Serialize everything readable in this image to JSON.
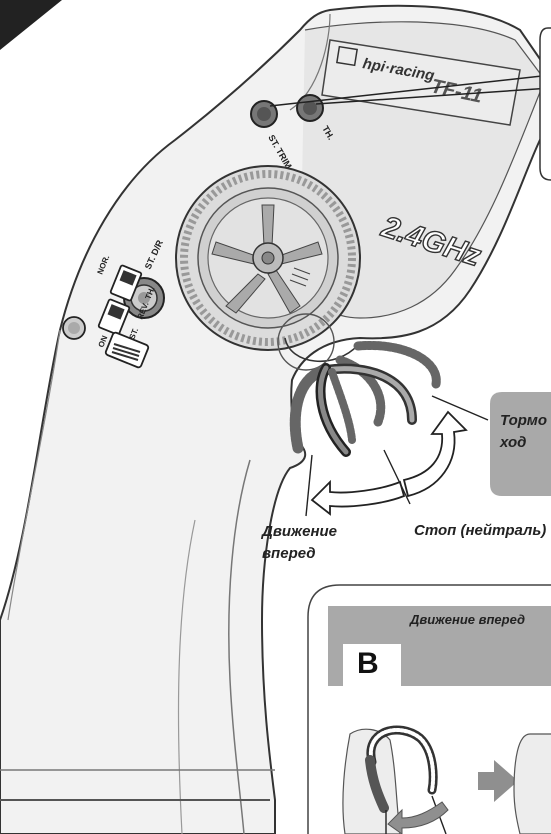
{
  "transmitter": {
    "brand": "hpi·racing",
    "model": "TF-11",
    "band": "2.4GHz",
    "knobs": {
      "st_trim": "ST. TRIM",
      "th": "TH.",
      "st_dr": "ST. D/R"
    },
    "switches": {
      "nor": "NOR.",
      "rev": "REV.",
      "st": "ST.",
      "th": "TH.",
      "on": "ON"
    }
  },
  "labels": {
    "forward": "Движение вперед",
    "stop": "Стоп (нейтраль)",
    "brake_line1": "Тормо",
    "brake_line2": "ход"
  },
  "panel_b": {
    "letter": "B",
    "title": "Движение вперед"
  },
  "colors": {
    "outline": "#333333",
    "body_fill": "#f2f2f2",
    "gray_box": "#a9a9a9",
    "arrow_fill": "#ffffff",
    "panel_arrow": "#8f8f8f"
  }
}
